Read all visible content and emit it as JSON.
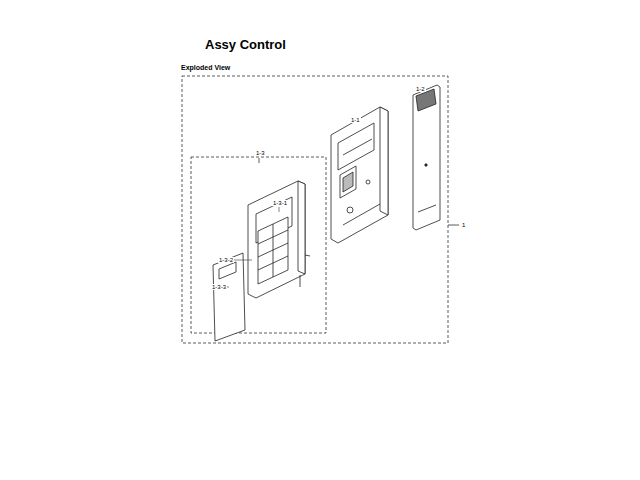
{
  "diagram": {
    "title": "Assy Control",
    "labels": [
      "Exploded View",
      "1-2",
      "1-1",
      "1",
      "1-3",
      "1-3-1",
      "1-3-2",
      "1-3-3"
    ]
  }
}
